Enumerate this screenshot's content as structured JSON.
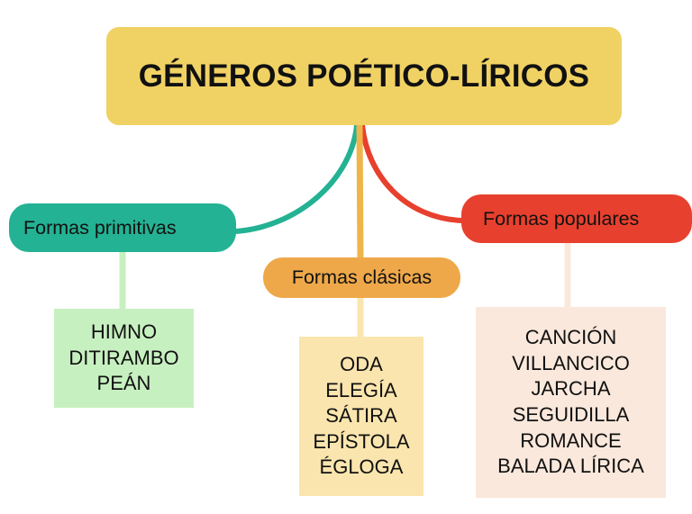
{
  "diagram": {
    "title": "GÉNEROS POÉTICO-LÍRICOS",
    "root": {
      "label": "GÉNEROS POÉTICO-LÍRICOS",
      "color": "#F0D264"
    },
    "branches": [
      {
        "id": "primitivas",
        "label": "Formas primitivas",
        "color": "#23B293",
        "connector_color": "#23B293",
        "leaf": {
          "color": "#C7F0C0",
          "connector_color": "#C7F0C0",
          "items": [
            "HIMNO",
            "DITIRAMBO",
            "PEÁN"
          ]
        }
      },
      {
        "id": "clasicas",
        "label": "Formas clásicas",
        "color": "#EEA84A",
        "connector_color": "#EFB54A",
        "leaf": {
          "color": "#FAE5AE",
          "connector_color": "#FAE5AE",
          "items": [
            "ODA",
            "ELEGÍA",
            "SÁTIRA",
            "EPÍSTOLA",
            "ÉGLOGA"
          ]
        }
      },
      {
        "id": "populares",
        "label": "Formas populares",
        "color": "#E8402E",
        "connector_color": "#E8402E",
        "leaf": {
          "color": "#FAE8DC",
          "connector_color": "#FAE8DC",
          "items": [
            "CANCIÓN",
            "VILLANCICO",
            "JARCHA",
            "SEGUIDILLA",
            "ROMANCE",
            "BALADA LÍRICA"
          ]
        }
      }
    ]
  }
}
